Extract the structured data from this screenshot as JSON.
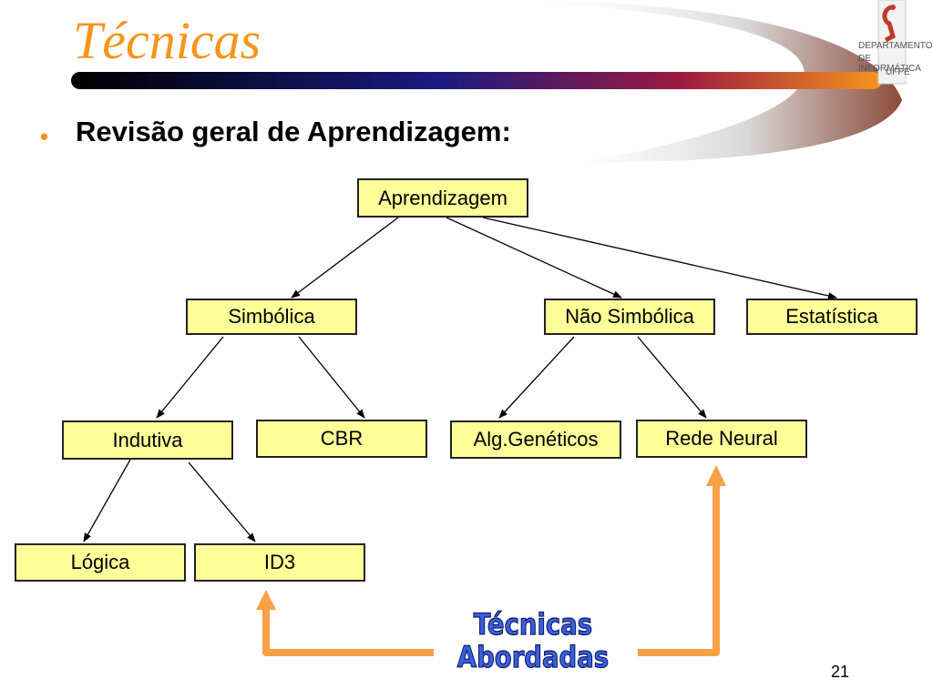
{
  "slide": {
    "title": "Técnicas",
    "bullet_symbol": "•",
    "bullet_text": "Revisão geral de Aprendizagem:",
    "page_number": "21"
  },
  "logo": {
    "line1": "DEPARTAMENTO",
    "line2": "DE INFORMÁTICA",
    "line3": "UFPE"
  },
  "diagram": {
    "nodes": {
      "aprendizagem": "Aprendizagem",
      "simbolica": "Simbólica",
      "nao_simbolica": "Não Simbólica",
      "estatistica": "Estatística",
      "indutiva": "Indutiva",
      "cbr": "CBR",
      "alg_geneticos": "Alg.Genéticos",
      "rede_neural": "Rede Neural",
      "logica": "Lógica",
      "id3": "ID3"
    },
    "callout": {
      "line1": "Técnicas",
      "line2": "Abordadas"
    }
  },
  "colors": {
    "title": "#f7941d",
    "node_fill": "#ffff99",
    "callout_arrow": "#f7a046",
    "callout_text": "#3a5fd8"
  }
}
